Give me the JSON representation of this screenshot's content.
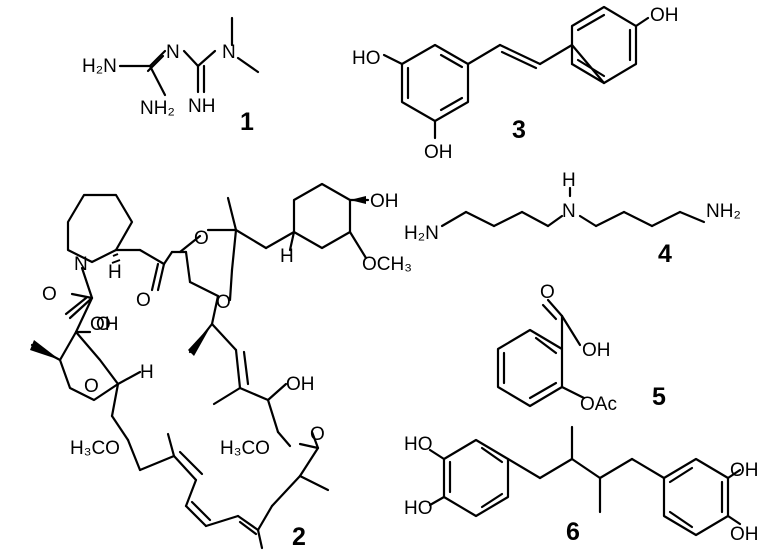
{
  "compounds": {
    "c1": {
      "number": "1"
    },
    "c2": {
      "number": "2"
    },
    "c3": {
      "number": "3"
    },
    "c4": {
      "number": "4"
    },
    "c5": {
      "number": "5"
    },
    "c6": {
      "number": "6"
    }
  },
  "labels": {
    "c1": {
      "nh2_top": "H₂N",
      "n_imine": "N",
      "n_dimethyl": "N",
      "nh2_bottom": "NH₂",
      "nh": "NH"
    },
    "c2": {
      "n": "N",
      "h_pip": "H",
      "o_ester": "O",
      "o1": "O",
      "o2": "O",
      "oh_left": "OH",
      "o_ring": "O",
      "h_ring": "H",
      "h3co_left": "H₃CO",
      "o_ketone": "O",
      "oh_mid": "OH",
      "h3co_mid": "H₃CO",
      "o_ketone2": "O",
      "oh_cyc": "OH",
      "och3": "OCH₃",
      "h_cyc": "H"
    },
    "c3": {
      "oh_top": "OH",
      "ho_left": "HO",
      "oh_bottom": "OH"
    },
    "c4": {
      "h2n": "H₂N",
      "h": "H",
      "n": "N",
      "nh2": "NH₂"
    },
    "c5": {
      "o": "O",
      "oh": "OH",
      "oac": "OAc"
    },
    "c6": {
      "ho_top": "HO",
      "ho_bottom": "HO",
      "oh_top": "OH",
      "oh_bottom": "OH"
    }
  }
}
